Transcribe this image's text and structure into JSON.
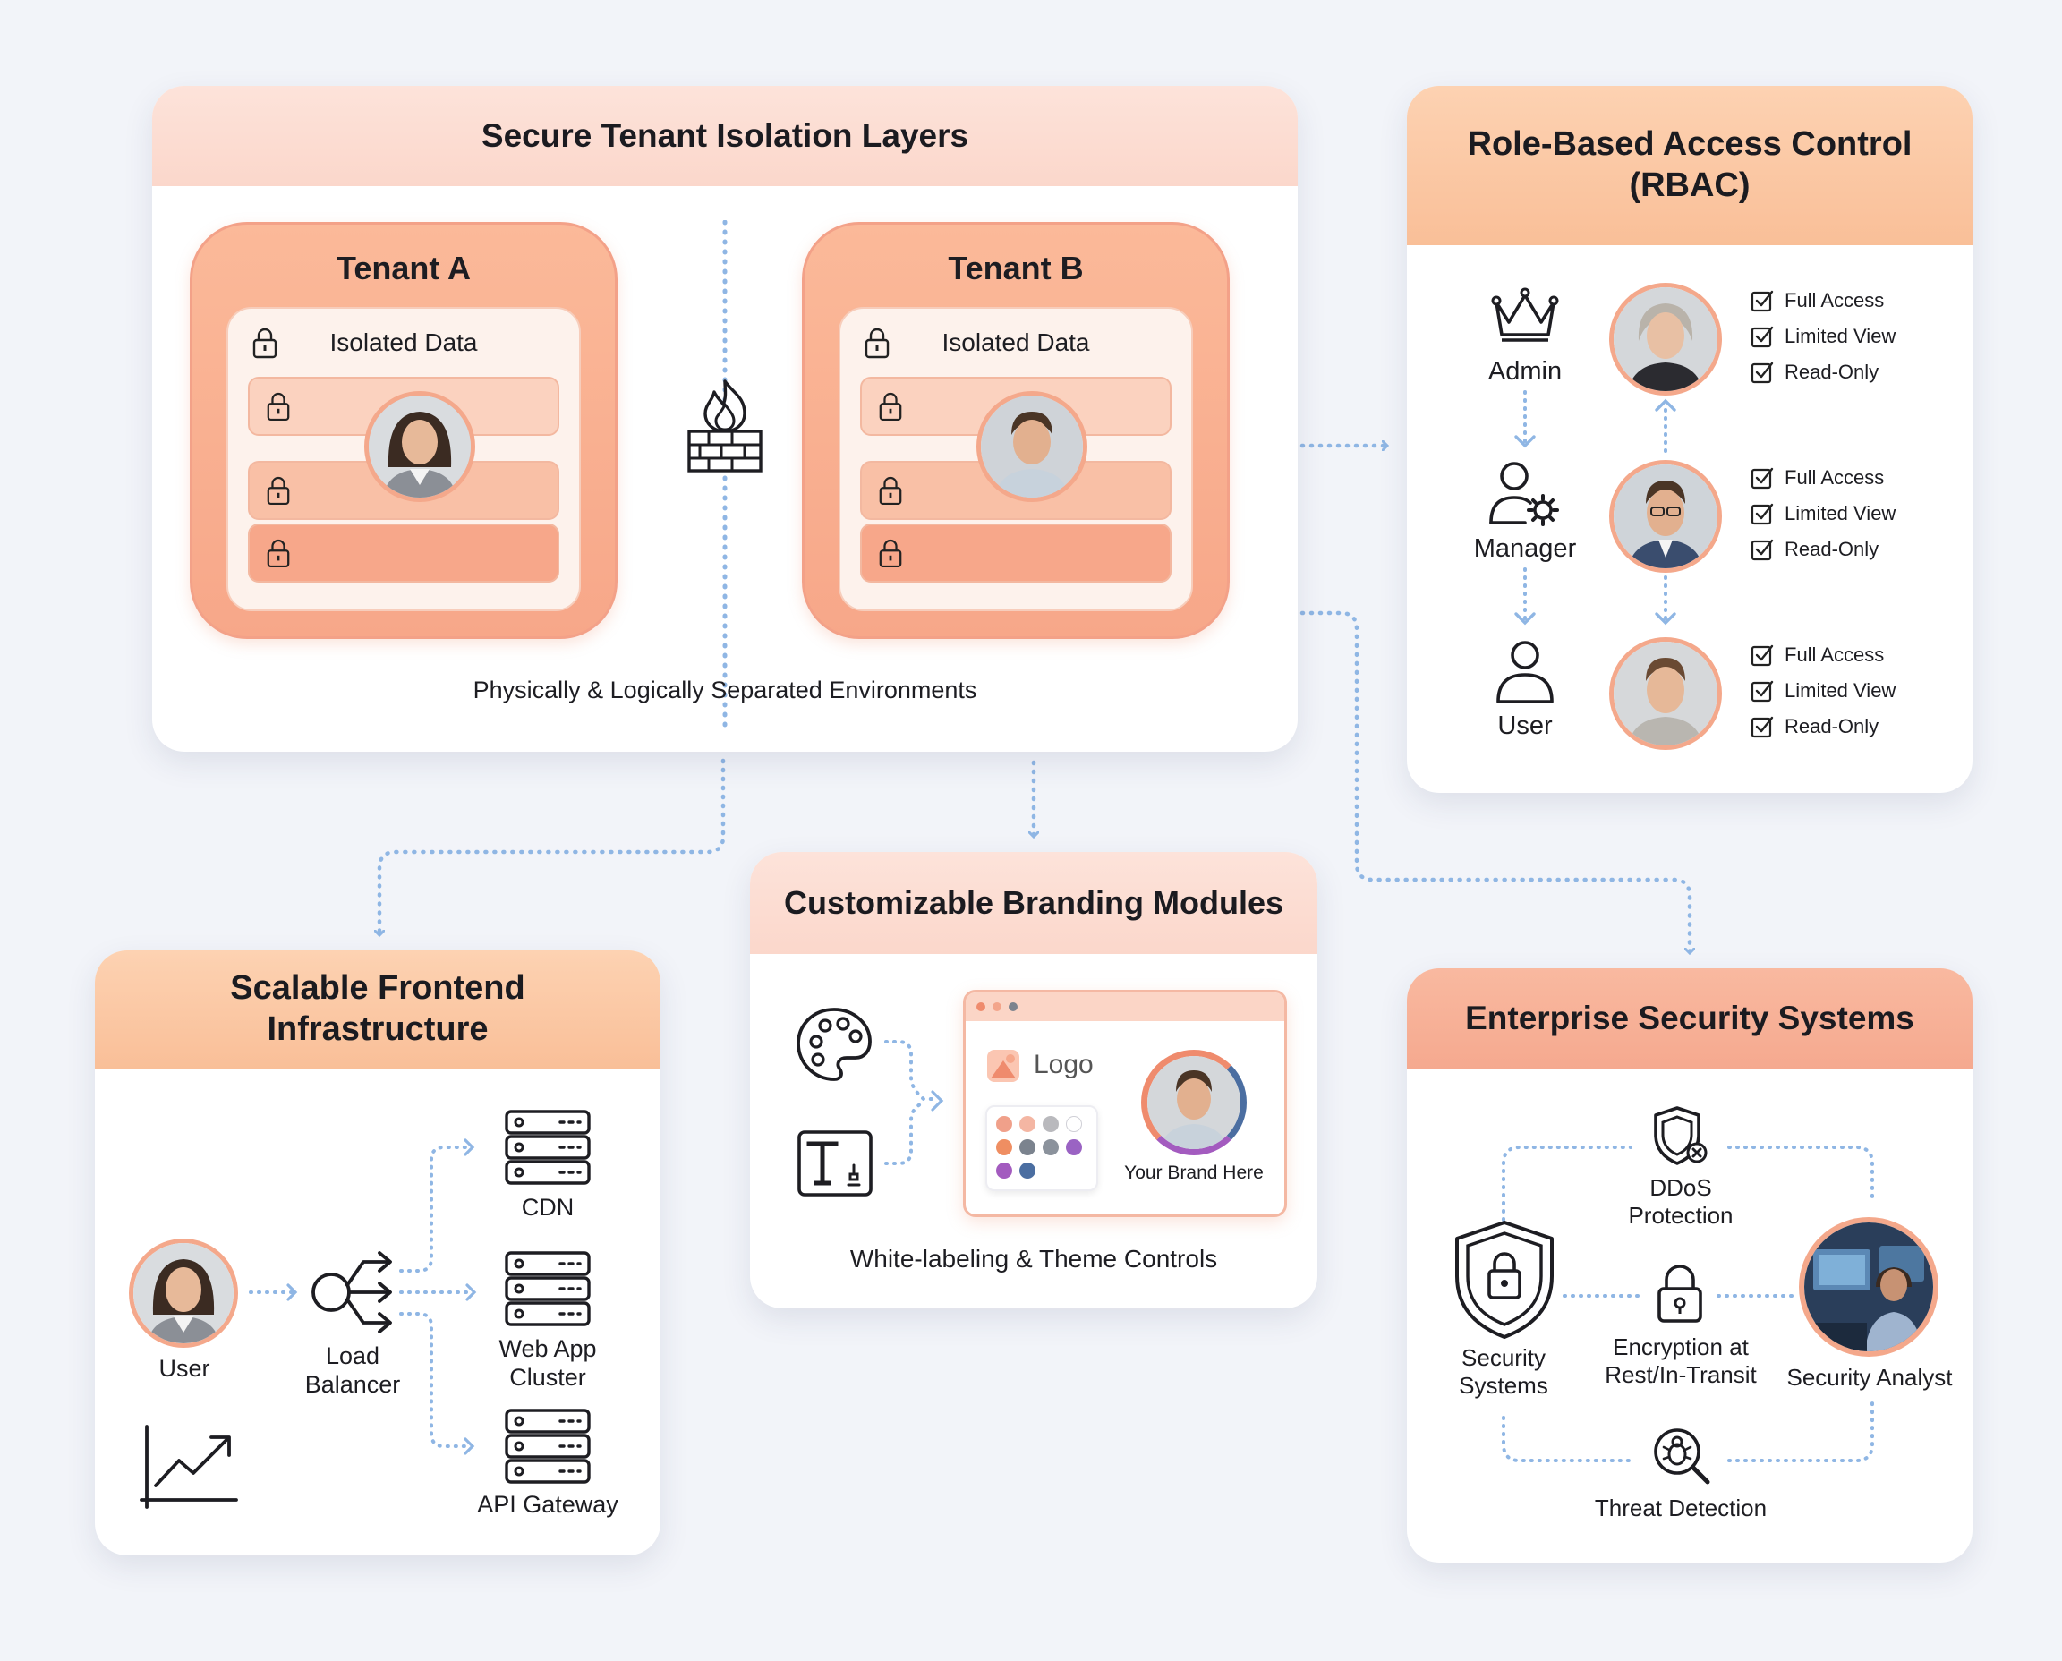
{
  "tenant_isolation": {
    "title": "Secure Tenant Isolation Layers",
    "tenant_a": {
      "name": "Tenant A",
      "data_label": "Isolated Data"
    },
    "tenant_b": {
      "name": "Tenant B",
      "data_label": "Isolated Data"
    },
    "caption": "Physically & Logically Separated Environments"
  },
  "rbac": {
    "title": "Role-Based Access Control (RBAC)",
    "roles": [
      {
        "label": "Admin",
        "permissions": [
          "Full Access",
          "Limited View",
          "Read-Only"
        ]
      },
      {
        "label": "Manager",
        "permissions": [
          "Full Access",
          "Limited View",
          "Read-Only"
        ]
      },
      {
        "label": "User",
        "permissions": [
          "Full Access",
          "Limited View",
          "Read-Only"
        ]
      }
    ]
  },
  "frontend": {
    "title": "Scalable Frontend Infrastructure",
    "user_label": "User",
    "load_balancer_label": "Load Balancer",
    "cdn_label": "CDN",
    "web_app_label": "Web App Cluster",
    "api_gateway_label": "API Gateway"
  },
  "branding": {
    "title": "Customizable Branding Modules",
    "logo_label": "Logo",
    "brand_label": "Your Brand Here",
    "caption": "White-labeling & Theme Controls",
    "swatch_colors": [
      "#f0a08a",
      "#f4b6a3",
      "#b9b9bd",
      "#ffffff",
      "#ef8e62",
      "#7b838e",
      "#8b929c",
      "#9a63c3",
      "#a35bbf",
      "#4b6ea1"
    ]
  },
  "security": {
    "title": "Enterprise Security Systems",
    "ddos_label": "DDoS Protection",
    "security_systems_label": "Security Systems",
    "encryption_label": "Encryption at Rest/In-Transit",
    "analyst_label": "Security Analyst",
    "threat_label": "Threat Detection"
  },
  "colors": {
    "accent_orange": "#f7a789",
    "connector_blue": "#8fb6e4",
    "background": "#f2f4f9"
  }
}
